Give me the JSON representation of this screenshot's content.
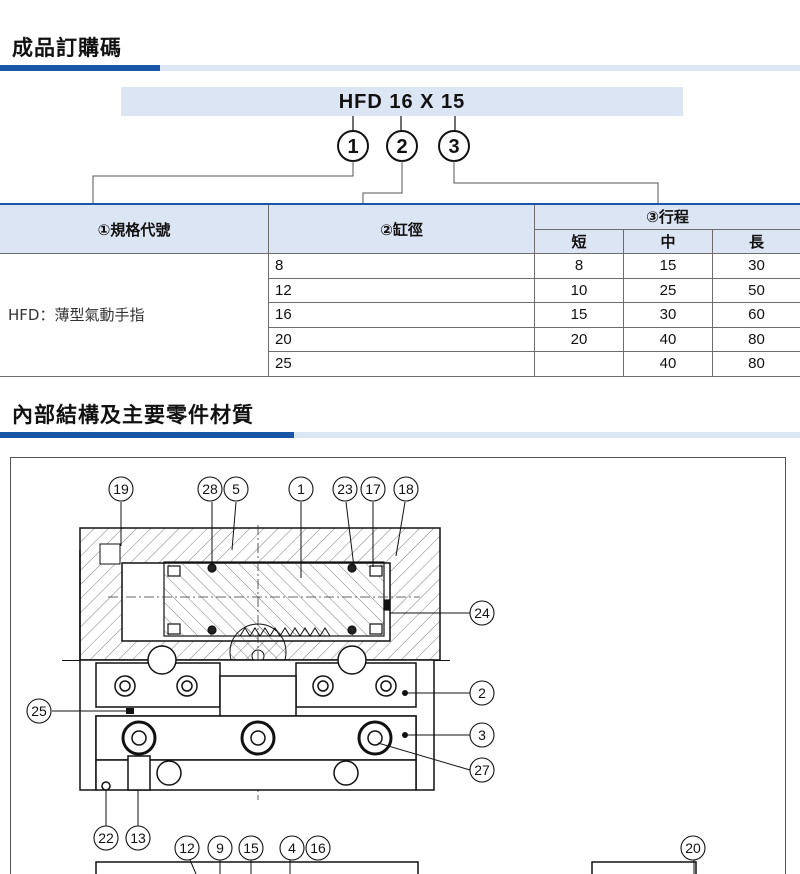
{
  "section1": {
    "title": "成品訂購碼"
  },
  "model": {
    "code": "HFD 16 X 15",
    "markers": [
      "1",
      "2",
      "3"
    ]
  },
  "spec_table": {
    "col1_header": "①規格代號",
    "col2_header": "②缸徑",
    "col3_header": "③行程",
    "stroke_headers": [
      "短",
      "中",
      "長"
    ],
    "model_desc": "HFD：薄型氣動手指",
    "rows": [
      {
        "bore": "8",
        "short": "8",
        "mid": "15",
        "long": "30"
      },
      {
        "bore": "12",
        "short": "10",
        "mid": "25",
        "long": "50"
      },
      {
        "bore": "16",
        "short": "15",
        "mid": "30",
        "long": "60"
      },
      {
        "bore": "20",
        "short": "20",
        "mid": "40",
        "long": "80"
      },
      {
        "bore": "25",
        "short": "",
        "mid": "40",
        "long": "80"
      }
    ]
  },
  "section2": {
    "title": "內部結構及主要零件材質"
  },
  "callouts": {
    "top": [
      "19",
      "28",
      "5",
      "1",
      "23",
      "17",
      "18"
    ],
    "right": [
      "24",
      "2",
      "3",
      "27"
    ],
    "left": [
      "25"
    ],
    "bottom": [
      "22",
      "13",
      "12",
      "9",
      "15",
      "4",
      "16",
      "20"
    ]
  }
}
